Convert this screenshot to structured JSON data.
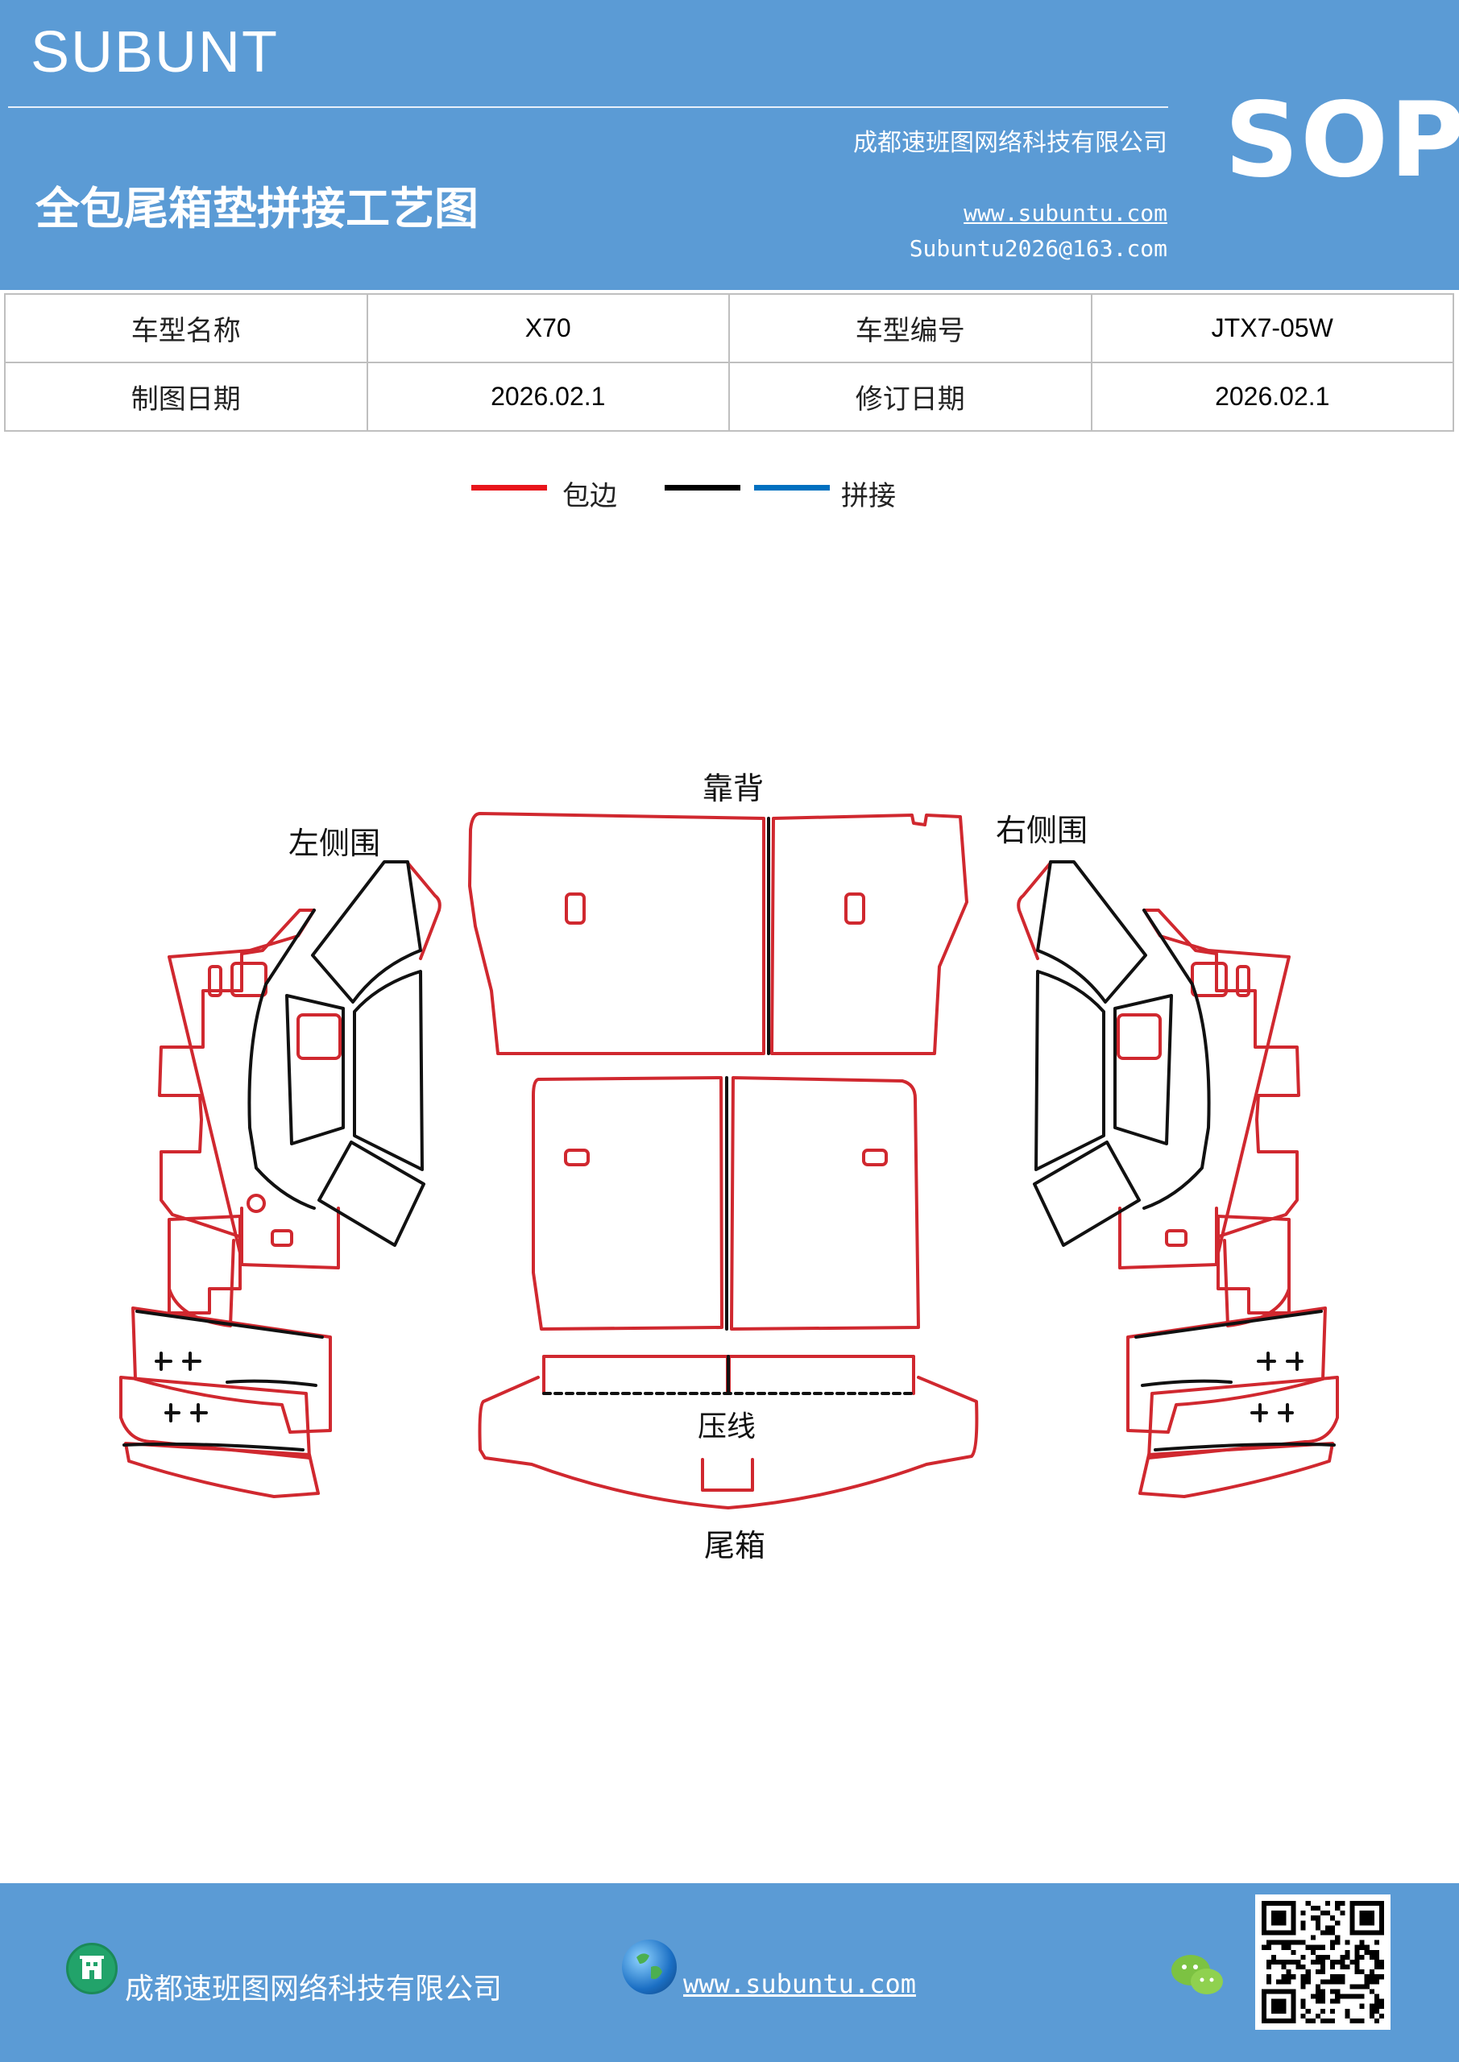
{
  "header": {
    "brand": "SUBUNT",
    "company": "成都速班图网络科技有限公司",
    "title": "全包尾箱垫拼接工艺图",
    "website": "www.subuntu.com",
    "email": "Subuntu2026@163.com",
    "badge": "SOP"
  },
  "info_table": {
    "rows": [
      {
        "label1": "车型名称",
        "value1": "X70",
        "label2": "车型编号",
        "value2": "JTX7-05W"
      },
      {
        "label1": "制图日期",
        "value1": "2026.02.1",
        "label2": "修订日期",
        "value2": "2026.02.1"
      }
    ]
  },
  "legend": {
    "items": [
      {
        "label": "包边",
        "color": "#e8151b"
      },
      {
        "label": "",
        "color": "#000000"
      },
      {
        "label": "拼接",
        "color": "#0070c0"
      }
    ]
  },
  "diagram": {
    "labels": {
      "back": "靠背",
      "left_side": "左侧围",
      "right_side": "右侧围",
      "crease": "压线",
      "trunk": "尾箱"
    },
    "colors": {
      "edge": "#d0282f",
      "splice": "#111111"
    }
  },
  "footer": {
    "company": "成都速班图网络科技有限公司",
    "website": "www.subuntu.com"
  }
}
